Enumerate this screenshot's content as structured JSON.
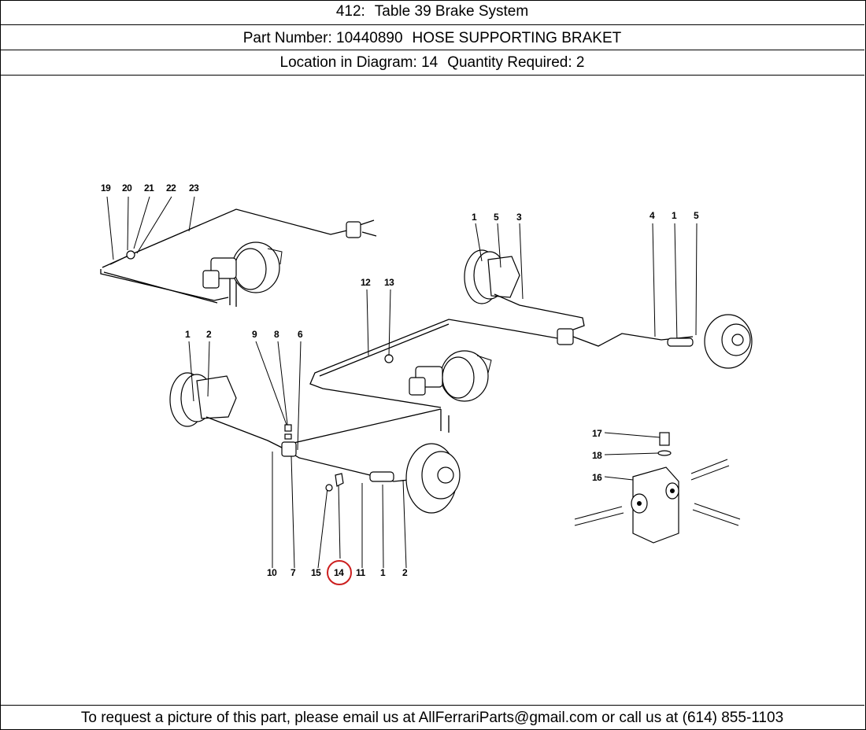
{
  "header": {
    "table_number": "412:",
    "table_title": "Table 39 Brake System",
    "part_number_label": "Part Number: 10440890",
    "part_name": "HOSE SUPPORTING BRAKET",
    "location_label": "Location in Diagram: 14",
    "quantity_label": "Quantity Required: 2"
  },
  "diagram": {
    "highlight_color": "#cc1f1f",
    "highlighted_callout": "14",
    "callouts": [
      "19",
      "20",
      "21",
      "22",
      "23",
      "1",
      "5",
      "3",
      "4",
      "1",
      "5",
      "12",
      "13",
      "1",
      "2",
      "9",
      "8",
      "6",
      "17",
      "18",
      "16",
      "10",
      "7",
      "15",
      "14",
      "11",
      "1",
      "2"
    ]
  },
  "footer": {
    "text": "To request a picture of this part, please email us at AllFerrariParts@gmail.com or call us at (614) 855-1103"
  }
}
